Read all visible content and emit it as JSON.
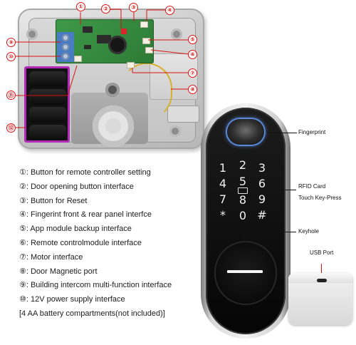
{
  "callouts": [
    "①",
    "②",
    "③",
    "④",
    "⑤",
    "⑥",
    "⑦",
    "⑧",
    "⑨",
    "⑩",
    "⑪",
    "⑫"
  ],
  "features": [
    "①: Button for remote controller setting",
    "②: Door opening button interface",
    "③: Button for Reset",
    "④: Fingerint front & rear panel interfce",
    "⑤: App module backup interface",
    "⑥: Remote controlmodule interface",
    "⑦: Motor interface",
    "⑧: Door Magnetic port",
    "⑨: Building intercom multi-function interface",
    "⑩: 12V power supply interface",
    "[4 AA battery compartments(not included)]"
  ],
  "panel": {
    "keys": [
      "1",
      "2",
      "3",
      "4",
      "5",
      "6",
      "7",
      "8",
      "9",
      "*",
      "0",
      "#"
    ],
    "labels": {
      "fingerprint": "Fingerprint",
      "rfid": "RFID Card",
      "touch": "Touch Key-Press",
      "keyhole": "Keyhole",
      "usb": "USB Port"
    }
  },
  "colors": {
    "callout": "#dd1111",
    "battery_frame": "#b42ab8",
    "fingerprint_ring": "#5a88d8"
  }
}
